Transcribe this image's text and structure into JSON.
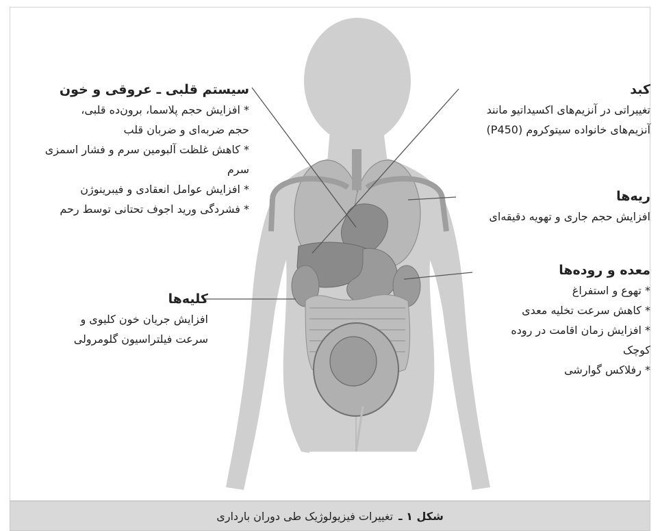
{
  "labels": {
    "cardio": {
      "title": "سیستم قلبی ـ عروقی و خون",
      "lines": [
        "* افزایش حجم پلاسما، برون‌ده قلبی،",
        "حجم ضربه‌ای و ضربان قلب",
        "* کاهش غلظت آلبومین سرم و فشار اسمزی",
        "سرم",
        "* افزایش عوامل انعقادی و فیبرینوژن",
        "* فشردگی ورید اجوف تحتانی توسط رحم"
      ]
    },
    "liver": {
      "title": "کبد",
      "lines": [
        "تغییراتی در آنزیم‌های اکسیداتیو مانند",
        "آنزیم‌های خانواده سیتوکروم (P450)"
      ]
    },
    "lungs": {
      "title": "ریه‌ها",
      "lines": [
        "افزایش حجم جاری و تهویه دقیقه‌ای"
      ]
    },
    "kidneys": {
      "title": "کلیه‌ها",
      "lines": [
        "افزایش جریان خون کلیوی و",
        "سرعت فیلتراسیون گلومرولی"
      ]
    },
    "gi": {
      "title": "معده و روده‌ها",
      "lines": [
        "* تهوع و استفراغ",
        "* کاهش سرعت تخلیه معدی",
        "* افزایش زمان اقامت در روده",
        "کوچک",
        "* رفلاکس گوارشی"
      ]
    }
  },
  "caption": {
    "label": "شکل ۱ ـ",
    "text": "تغییرات فیزیولوژیک طی دوران بارداری"
  },
  "colors": {
    "body": "#cfcfcf",
    "organ": "#a9a9a9",
    "organ_dark": "#8a8a8a",
    "pointer": "#555555",
    "caption_bg": "#d9d9d9"
  }
}
